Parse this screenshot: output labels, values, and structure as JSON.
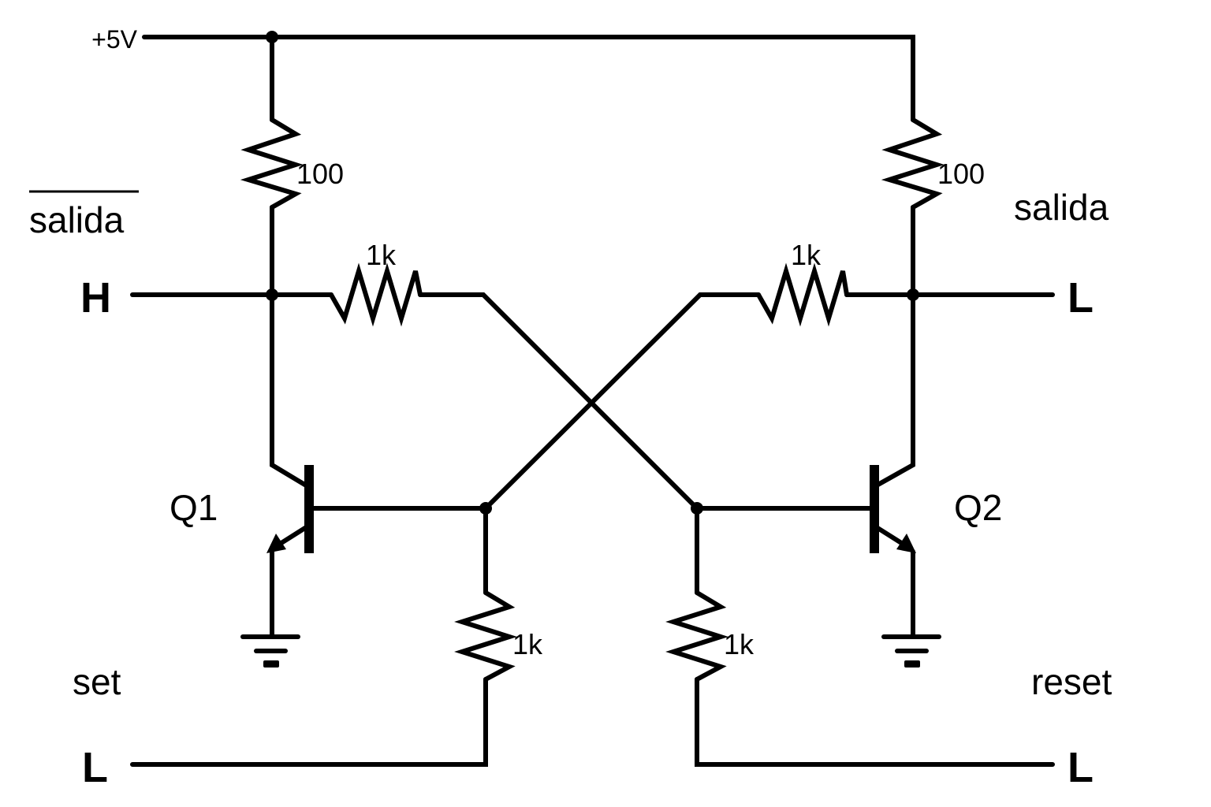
{
  "supply": {
    "label": "+5V"
  },
  "resistors": {
    "r_pull_left": "100",
    "r_pull_right": "100",
    "r_cross_left": "1k",
    "r_cross_right": "1k",
    "r_base_left": "1k",
    "r_base_right": "1k"
  },
  "transistors": {
    "q1": "Q1",
    "q2": "Q2"
  },
  "outputs": {
    "left_label": "salida",
    "left_inverted": true,
    "left_state": "H",
    "right_label": "salida",
    "right_state": "L"
  },
  "inputs": {
    "set_label": "set",
    "set_state": "L",
    "reset_label": "reset",
    "reset_state": "L"
  }
}
